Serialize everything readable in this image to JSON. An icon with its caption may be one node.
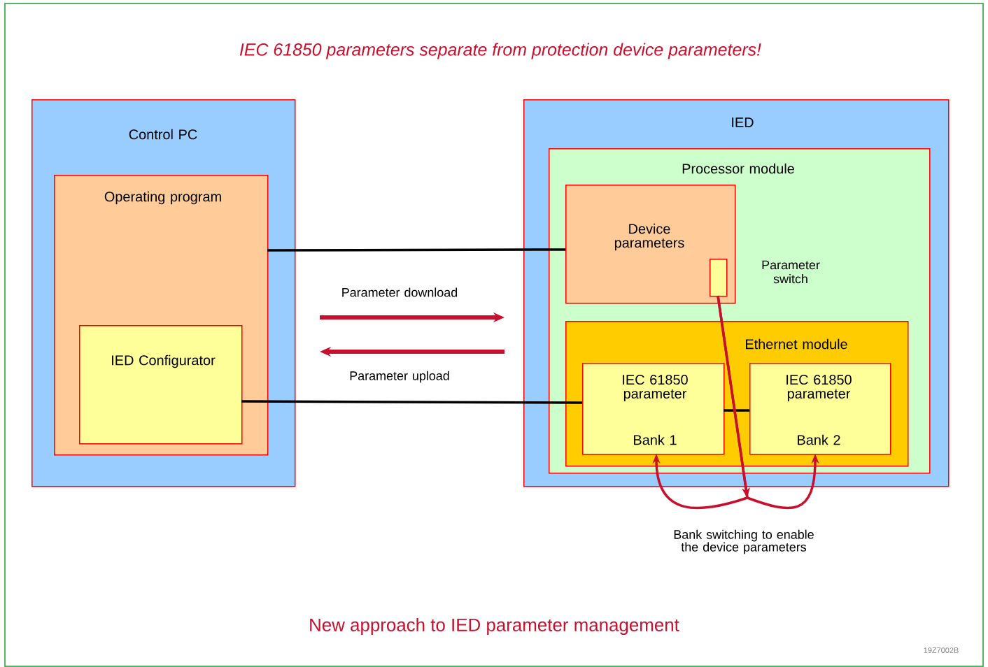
{
  "diagram": {
    "title": "IEC 61850 parameters separate from protection device parameters!",
    "caption": "New approach to IED parameter management",
    "nodes": [
      {
        "text": [
          "Control PC"
        ]
      },
      {
        "text": [
          "Operating program"
        ],
        "in": 0
      },
      {
        "text": [
          "IED Configurator"
        ],
        "in": 1
      },
      {
        "text": [
          "IED"
        ]
      },
      {
        "text": [
          "Processor module"
        ],
        "in": 3
      },
      {
        "text": [
          "Device parameters"
        ],
        "in": 4
      },
      {
        "text": [],
        "shape": "box",
        "in": 5,
        "beside": [
          "Parameter switch"
        ]
      },
      {
        "text": [
          "Ethernet module"
        ],
        "in": 4
      },
      {
        "text": [
          "IEC 61850 parameter",
          "Bank 1"
        ],
        "in": 7
      },
      {
        "text": [
          "IEC 61850 parameter",
          "Bank 2"
        ],
        "in": 7
      }
    ],
    "edges": [
      {
        "from": 1,
        "to": 5,
        "arrow": "none"
      },
      {
        "from": 2,
        "to": 8,
        "arrow": "none"
      },
      {
        "from": 8,
        "to": 9,
        "arrow": "none"
      },
      {
        "from": 6,
        "to": 8,
        "arrow": "to",
        "color": "#c8102e"
      },
      {
        "from": 6,
        "to": 9,
        "arrow": "to",
        "color": "#c8102e"
      }
    ],
    "labels": [
      "Parameter download",
      "Parameter upload",
      "Bank switching to enable the device parameters",
      "19Z7002B"
    ]
  }
}
